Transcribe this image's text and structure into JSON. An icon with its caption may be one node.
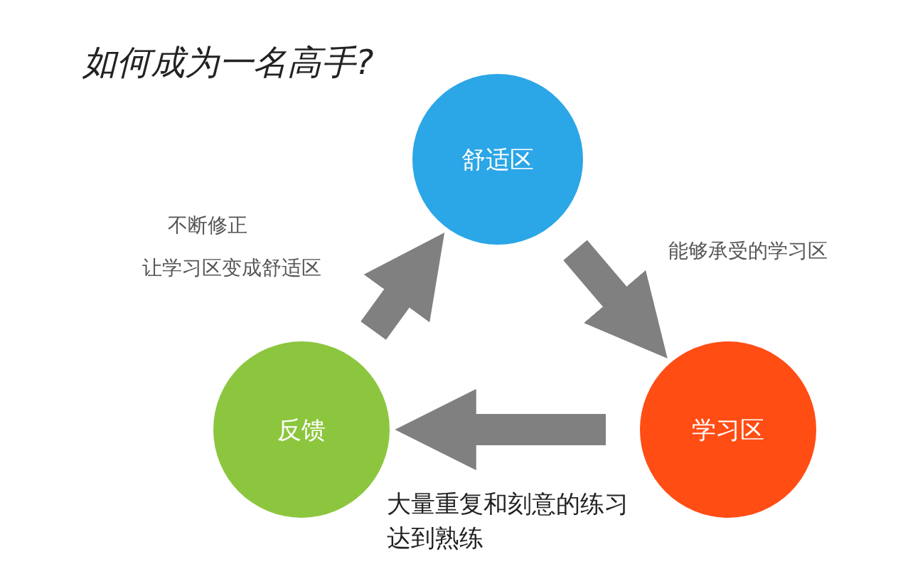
{
  "diagram": {
    "title": "如何成为一名高手?",
    "nodes": [
      {
        "text": [
          "舒适区"
        ]
      },
      {
        "text": [
          "反馈"
        ]
      },
      {
        "text": [
          "学习区"
        ]
      }
    ],
    "edges": [
      {
        "from": 0,
        "to": 2,
        "arrow": "to"
      },
      {
        "from": 2,
        "to": 1,
        "arrow": "to",
        "label": "大量重复和刻意的练习达到熟练"
      },
      {
        "from": 1,
        "to": 0,
        "arrow": "to"
      }
    ],
    "labels": [
      "不断修正",
      "让学习区变成舒适区",
      "能够承受的学习区"
    ]
  }
}
